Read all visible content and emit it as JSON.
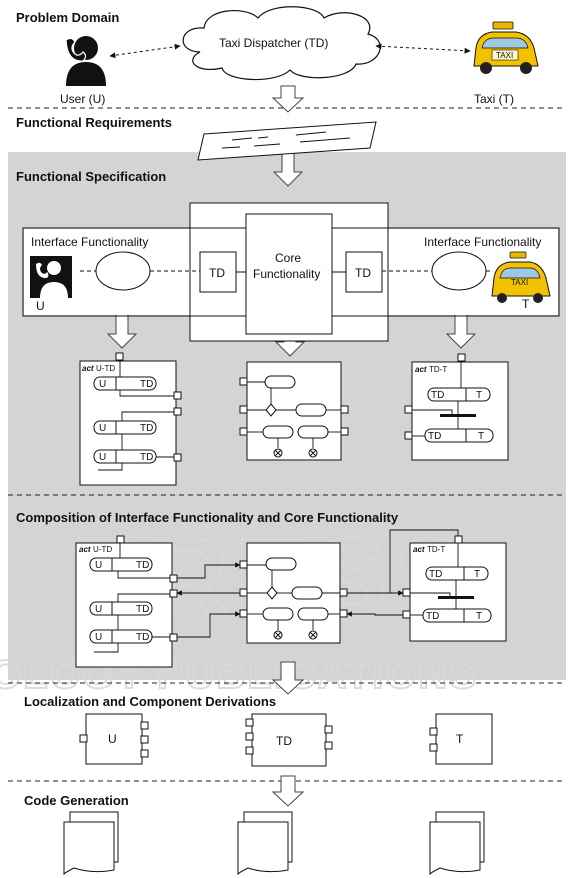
{
  "sections": {
    "problem_domain": "Problem Domain",
    "functional_requirements": "Functional Requirements",
    "functional_specification": "Functional Specification",
    "composition": "Composition of Interface Functionality and Core Functionality",
    "localization": "Localization and Component Derivations",
    "code_generation": "Code Generation"
  },
  "actors": {
    "dispatcher": "Taxi Dispatcher (TD)",
    "user": "User (U)",
    "taxi": "Taxi (T)",
    "taxi_sign": "TAXI",
    "user_short": "U",
    "taxi_short": "T"
  },
  "spec": {
    "interface_left": "Interface Functionality",
    "interface_right": "Interface Functionality",
    "core_line1": "Core",
    "core_line2": "Functionality",
    "td": "TD"
  },
  "activities": {
    "act": "act",
    "u_td": "U-TD",
    "td_t": "TD-T",
    "u": "U",
    "td": "TD",
    "t": "T"
  },
  "components": {
    "u": "U",
    "td": "TD",
    "t": "T"
  },
  "watermark": {
    "line1": "PRESS",
    "line2": "OLOGY PUBLICATIONS"
  }
}
